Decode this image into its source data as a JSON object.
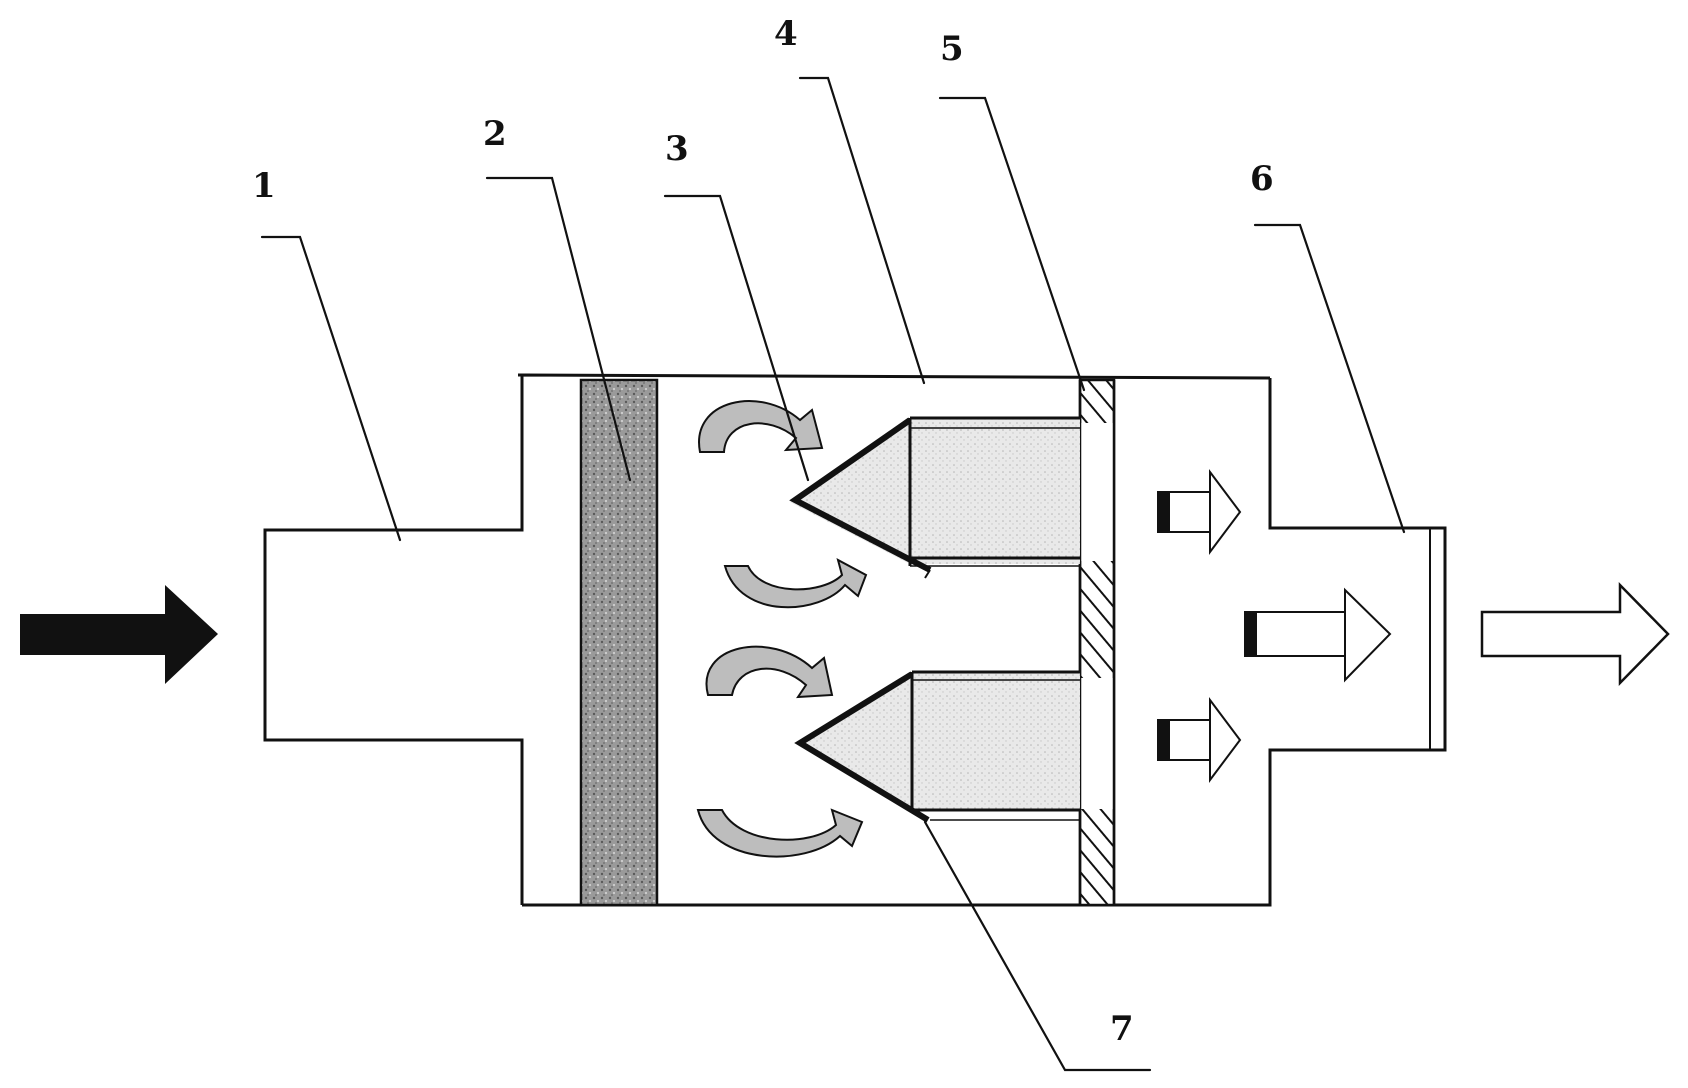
{
  "diagram": {
    "callouts": [
      {
        "id": "1",
        "label": "1"
      },
      {
        "id": "2",
        "label": "2"
      },
      {
        "id": "3",
        "label": "3"
      },
      {
        "id": "4",
        "label": "4"
      },
      {
        "id": "5",
        "label": "5"
      },
      {
        "id": "6",
        "label": "6"
      },
      {
        "id": "7",
        "label": "7"
      }
    ],
    "colors": {
      "line": "#111111",
      "filter_media": "#8a8a8a",
      "swirl_fill": "#bdbdbd",
      "cone_fill": "#e6e6e6",
      "inlet_arrow": "#111111",
      "background": "#ffffff"
    }
  }
}
